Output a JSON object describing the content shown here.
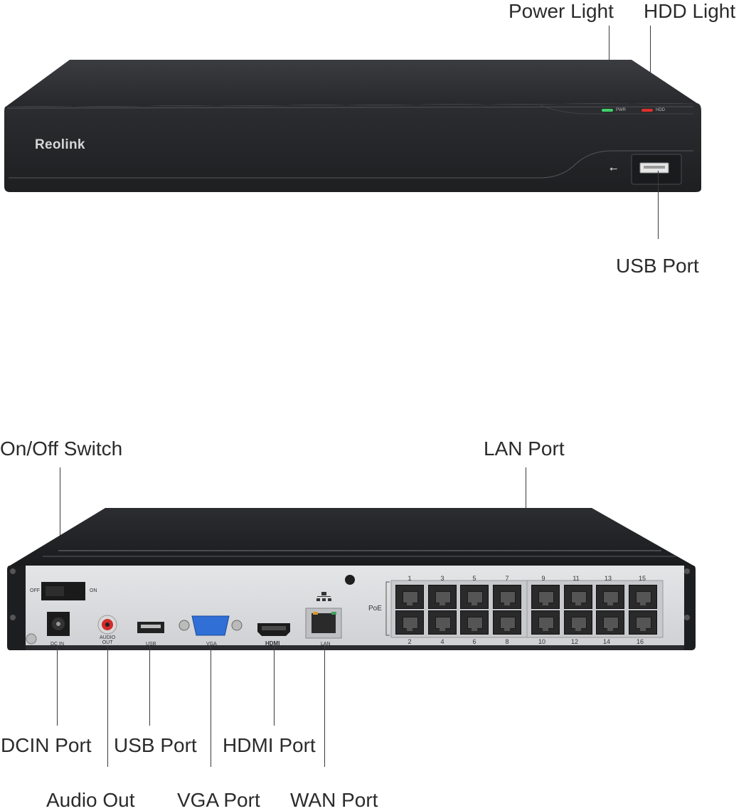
{
  "front": {
    "brand": "Reolink",
    "pwr_led_label": "PWR",
    "hdd_led_label": "HDD",
    "callouts": {
      "power_light": "Power Light",
      "hdd_light": "HDD Light",
      "usb_port": "USB Port"
    }
  },
  "rear": {
    "switch_off": "OFF",
    "switch_on": "ON",
    "dc_in": "DC IN",
    "audio_out": "AUDIO\nOUT",
    "usb": "USB",
    "vga": "VGA",
    "hdmi": "HDMI",
    "lan": "LAN",
    "poe": "PoE",
    "port_numbers_top": [
      "1",
      "3",
      "5",
      "7",
      "9",
      "11",
      "13",
      "15"
    ],
    "port_numbers_bottom": [
      "2",
      "4",
      "6",
      "8",
      "10",
      "12",
      "14",
      "16"
    ],
    "callouts": {
      "on_off_switch": "On/Off Switch",
      "lan_port": "LAN Port",
      "dcin_port": "DCIN Port",
      "usb_port": "USB Port",
      "hdmi_port": "HDMI Port",
      "audio_out": "Audio Out",
      "vga_port": "VGA Port",
      "wan_port": "WAN Port"
    }
  },
  "colors": {
    "chassis": "#2f3033",
    "panel": "#dcdde0",
    "pwr_led": "#3fd16a",
    "hdd_led": "#e0302c",
    "vga": "#2f6fd6",
    "audio_ring": "#d32b2b"
  }
}
